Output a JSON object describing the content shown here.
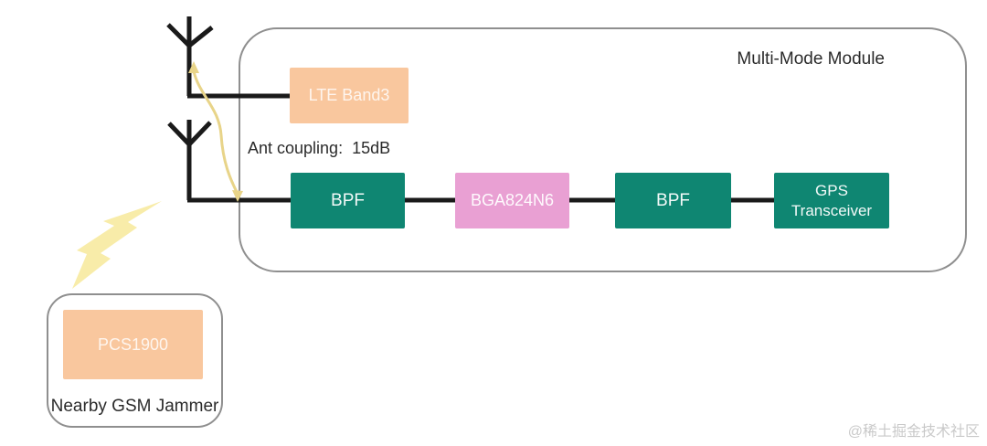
{
  "colors": {
    "orange": "#F9C79E",
    "teal": "#0F8672",
    "pink": "#E9A0D3",
    "bolt-yellow": "#F8ECA9",
    "arrow-yellow": "#E8D489",
    "line-black": "#1A1A1A",
    "border-gray": "#8F8F8F",
    "text-dark": "#2B2B2B",
    "watermark-gray": "#C9C9C9"
  },
  "module": {
    "title": "Multi-Mode Module"
  },
  "nodes": {
    "lte": {
      "label": "LTE Band3"
    },
    "bpf1": {
      "label": "BPF"
    },
    "bga": {
      "label": "BGA824N6"
    },
    "bpf2": {
      "label": "BPF"
    },
    "gps": {
      "label": "GPS Transceiver"
    },
    "pcs": {
      "label": "PCS1900"
    }
  },
  "annotations": {
    "ant_coupling": "Ant coupling:  15dB",
    "jammer_caption": "Nearby GSM Jammer",
    "watermark": "@稀土掘金技术社区"
  }
}
